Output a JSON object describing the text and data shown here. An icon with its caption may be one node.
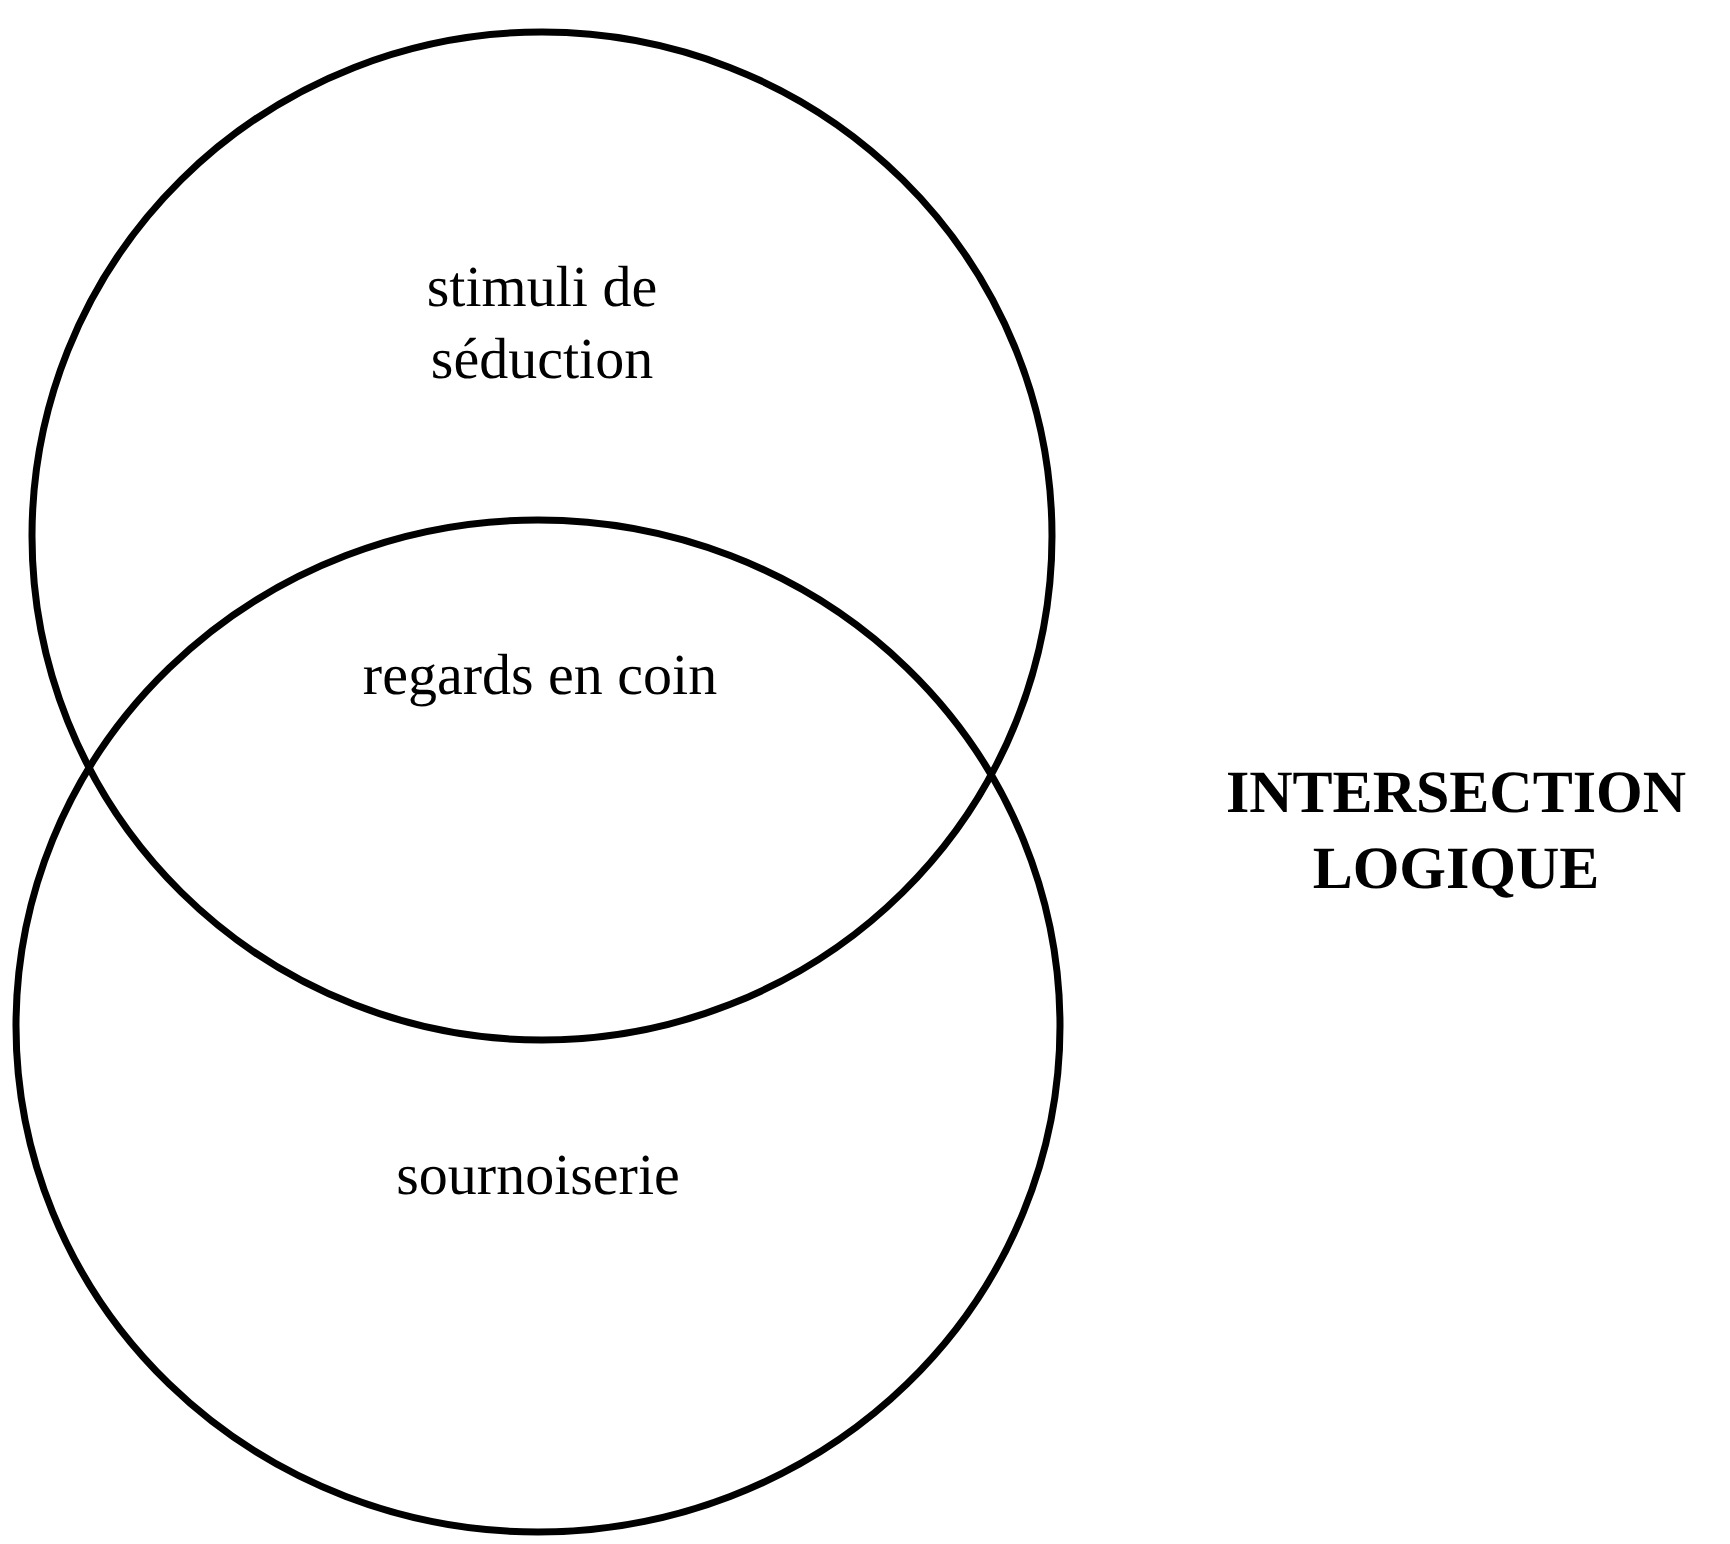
{
  "diagram": {
    "nodes": [
      {
        "text": [
          "stimuli de séduction"
        ]
      },
      {
        "text": [
          "sournoiserie"
        ]
      }
    ],
    "labels": [
      "regards en coin",
      "INTERSECTION LOGIQUE"
    ]
  }
}
